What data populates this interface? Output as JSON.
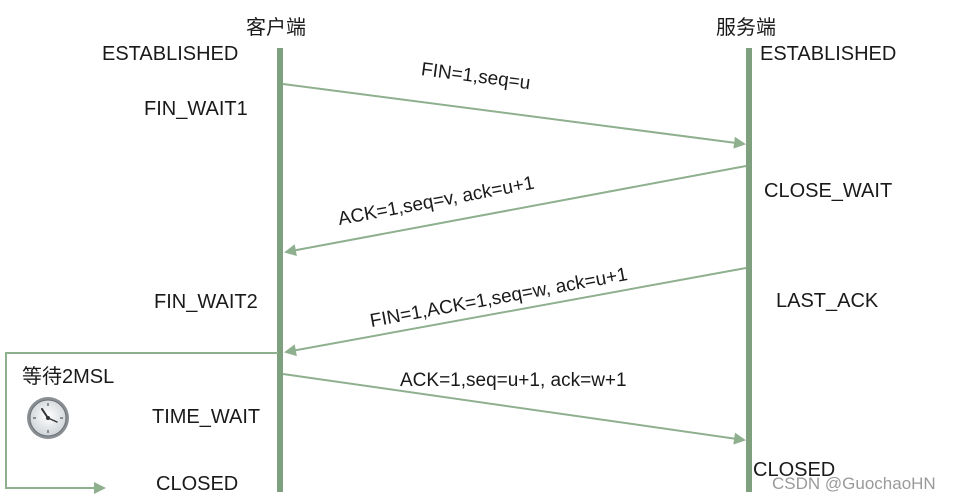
{
  "actors": {
    "client": "客户端",
    "server": "服务端"
  },
  "client_states": {
    "s1": "ESTABLISHED",
    "s2": "FIN_WAIT1",
    "s3": "FIN_WAIT2",
    "s4": "TIME_WAIT",
    "s5": "CLOSED"
  },
  "server_states": {
    "s1": "ESTABLISHED",
    "s2": "CLOSE_WAIT",
    "s3": "LAST_ACK",
    "s4": "CLOSED"
  },
  "messages": {
    "m1": "FIN=1,seq=u",
    "m2": "ACK=1,seq=v, ack=u+1",
    "m3": "FIN=1,ACK=1,seq=w, ack=u+1",
    "m4": "ACK=1,seq=u+1, ack=w+1"
  },
  "wait_label": "等待2MSL",
  "watermark": "CSDN @GuochaoHN",
  "colors": {
    "lifeline": "#7fa07f",
    "arrow": "#8fb08f",
    "text": "#1a1a1a"
  },
  "icons": {
    "timer": "clock-icon"
  }
}
